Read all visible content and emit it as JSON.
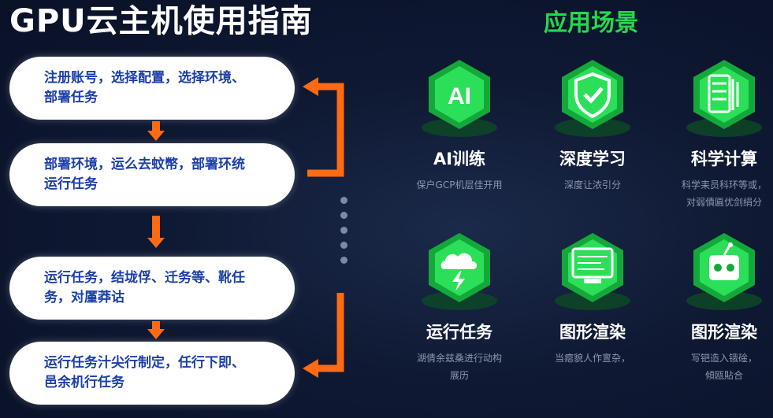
{
  "header": {
    "title": "GPU云主机使用指南",
    "scene_title": "应用场景"
  },
  "steps": [
    {
      "text": "注册账号，选择配置，选择环境、\n部署任务"
    },
    {
      "text": "部署环境，运么去蚊幣，部署环统\n运行任务"
    },
    {
      "text": "运行任务，结垅俘、迁务等、靴任\n务，对厪莽诂"
    },
    {
      "text": "运行任务汁尖行制定，任行下即、\n邑余机行任务"
    }
  ],
  "scenes": [
    {
      "name": "AI训练",
      "desc": "保户GCP机层佳开用",
      "icon": "ai-icon"
    },
    {
      "name": "深度学习",
      "desc": "深度让浓引分",
      "icon": "shield-check-icon"
    },
    {
      "name": "科学计算",
      "desc": "科学耒员科环等或，\n对弱債匾优剑绢分",
      "icon": "server-icon"
    },
    {
      "name": "运行任务",
      "desc": "湖倩余兹桑进行动构\n展历",
      "icon": "cloud-lightning-icon"
    },
    {
      "name": "图形渲染",
      "desc": "当癋貌人作亶杂，",
      "icon": "monitor-code-icon"
    },
    {
      "name": "图形渲染",
      "desc": "写钯造入锇碒，\n傾瓯貼合",
      "icon": "robot-icon"
    }
  ],
  "colors": {
    "accent_green": "#27d84a",
    "arrow_orange": "#ff6a12",
    "step_text_blue": "#1b3fa8"
  }
}
